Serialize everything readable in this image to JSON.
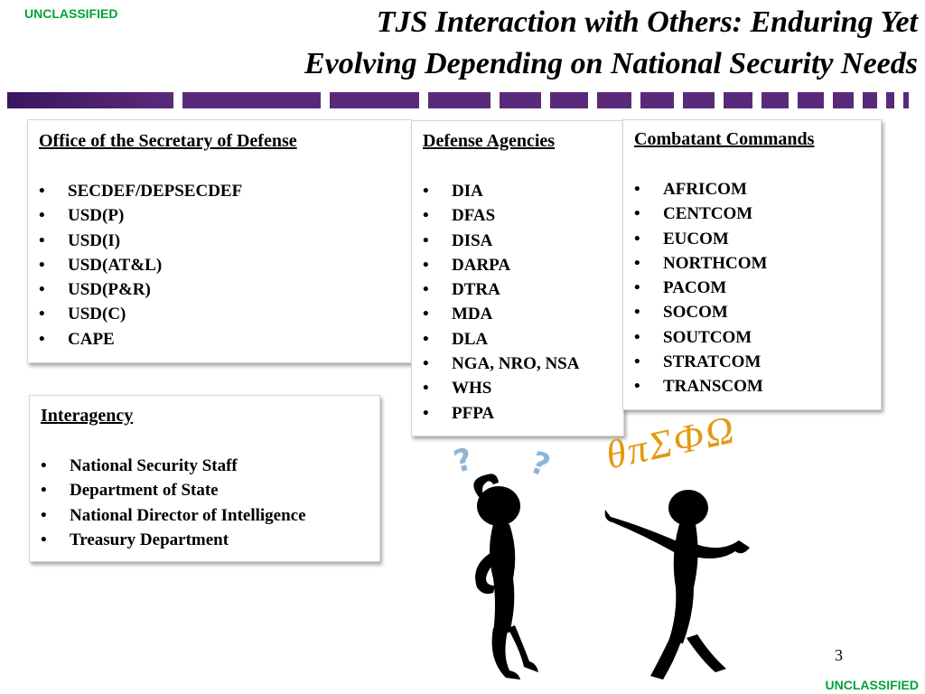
{
  "classification": {
    "top": "UNCLASSIFIED",
    "bottom": "UNCLASSIFIED",
    "color": "#00a33a"
  },
  "title": {
    "line1": "TJS Interaction with Others:  Enduring Yet",
    "line2": "Evolving Depending on National Security Needs"
  },
  "colors": {
    "bar": "#5a2a7a",
    "bullet_box_border": "#d6d6d6",
    "greek": "#e39a10",
    "question_marks": "#8fb5d6"
  },
  "osd": {
    "heading": "Office of the Secretary of Defense",
    "items": [
      "SECDEF/DEPSECDEF",
      "USD(P)",
      "USD(I)",
      "USD(AT&L)",
      "USD(P&R)",
      "USD(C)",
      "CAPE"
    ]
  },
  "defense_agencies": {
    "heading": "Defense Agencies",
    "items": [
      "DIA",
      "DFAS",
      "DISA",
      "DARPA",
      "DTRA",
      "MDA",
      "DLA",
      "NGA, NRO, NSA",
      "WHS",
      "PFPA"
    ]
  },
  "combatant_commands": {
    "heading": "Combatant Commands",
    "items": [
      "AFRICOM",
      "CENTCOM",
      "EUCOM",
      "NORTHCOM",
      "PACOM",
      "SOCOM",
      "SOUTCOM",
      "STRATCOM",
      "TRANSCOM"
    ]
  },
  "interagency": {
    "heading": "Interagency",
    "items": [
      "National Security Staff",
      "Department of State",
      "National Director of Intelligence",
      "Treasury Department"
    ]
  },
  "clipart": {
    "greek_text": "θπΣΦΩ",
    "question_mark": "?"
  },
  "page_number": "3"
}
